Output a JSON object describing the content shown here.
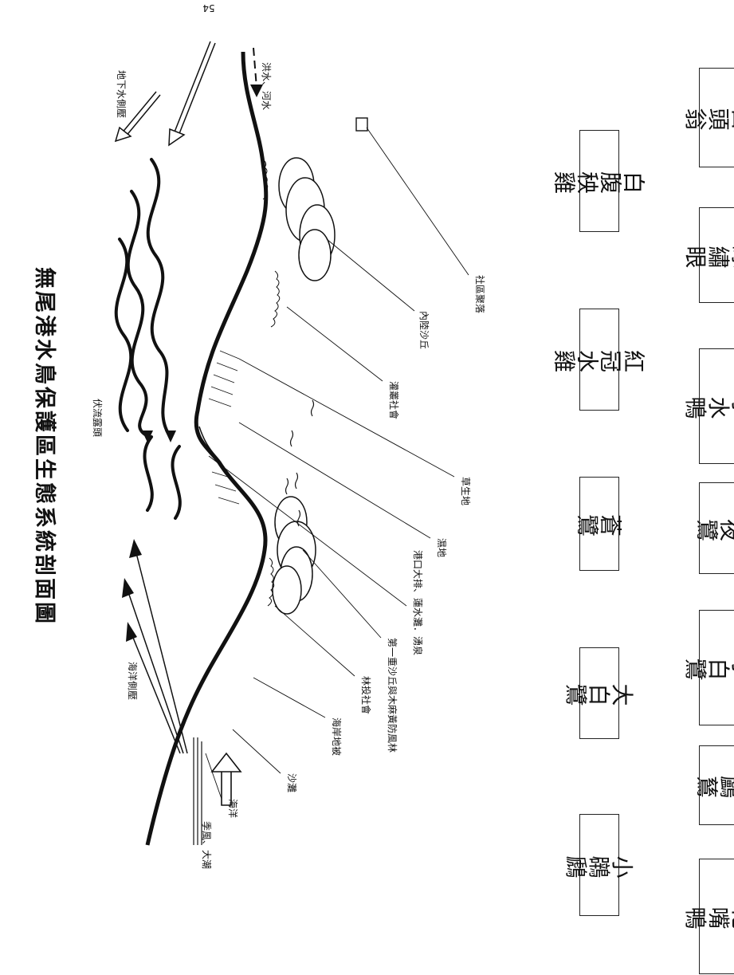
{
  "page_number": "54",
  "title": "無尾港水鳥保護區生態系統剖面圖",
  "zone_labels": {
    "groundwater": "地下水側壓",
    "flood": "洪水、河水",
    "community": "社區聚落",
    "inland_dune": "內陸沙丘",
    "shrub": "灌叢社會",
    "grassland": "草生地",
    "wetland": "濕地",
    "harbor": "港口大排、蓮水灘．湧泉",
    "first_dune": "第一重沙丘與木麻黃防風林",
    "forest": "林投社會",
    "slope": "海岸地被",
    "beach": "沙灘",
    "sea": "海洋",
    "ocean_pressure": "海洋側壓",
    "wind": "季風、大潮",
    "seepage": "伏流露頭"
  },
  "birds_inner": [
    "白腹秧雞",
    "紅冠水雞",
    "蒼鷺",
    "大白鷺",
    "小鸊鷉"
  ],
  "birds_outer": [
    "白頭翁",
    "綠繡眼",
    "小水鴨",
    "夜鷺",
    "小白鷺",
    "鸕鶿",
    "花嘴鴨"
  ]
}
